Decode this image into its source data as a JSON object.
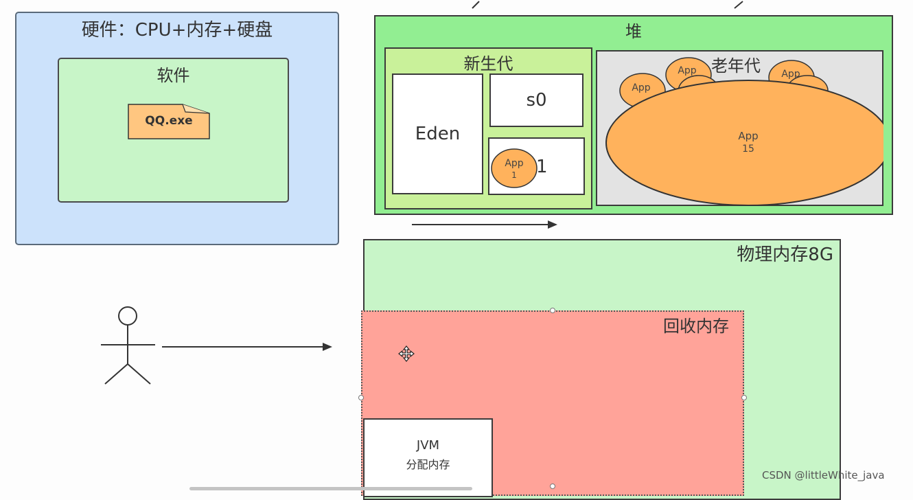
{
  "hardware": {
    "title": "硬件：CPU+内存+硬盘"
  },
  "software": {
    "title": "软件",
    "file_label": "QQ.exe"
  },
  "heap": {
    "title": "堆",
    "young": {
      "title": "新生代",
      "eden": "Eden",
      "s0": "s0",
      "s1": "1",
      "s1_app_name": "App",
      "s1_app_age": "1"
    },
    "old": {
      "title": "老年代",
      "small_apps": [
        "App",
        "App",
        "App"
      ],
      "big_app_name": "App",
      "big_app_age": "15"
    }
  },
  "physical_memory": {
    "title": "物理内存8G"
  },
  "gc_area": {
    "title": "回收内存"
  },
  "jvm": {
    "line1": "JVM",
    "line2": "分配内存"
  },
  "watermark": "CSDN @littleWhite_java",
  "colors": {
    "hardware_bg": "#cce2fb",
    "software_bg": "#c8f5c8",
    "heap_bg": "#92ee92",
    "young_bg": "#c9f19a",
    "old_bg": "#e3e3e3",
    "app_fill": "#ffb25c",
    "gc_bg": "#ffa399",
    "file_fill": "#ffc680"
  },
  "icons": [
    "file-icon",
    "move-cursor-icon",
    "person-icon",
    "arrow-right-icon"
  ]
}
